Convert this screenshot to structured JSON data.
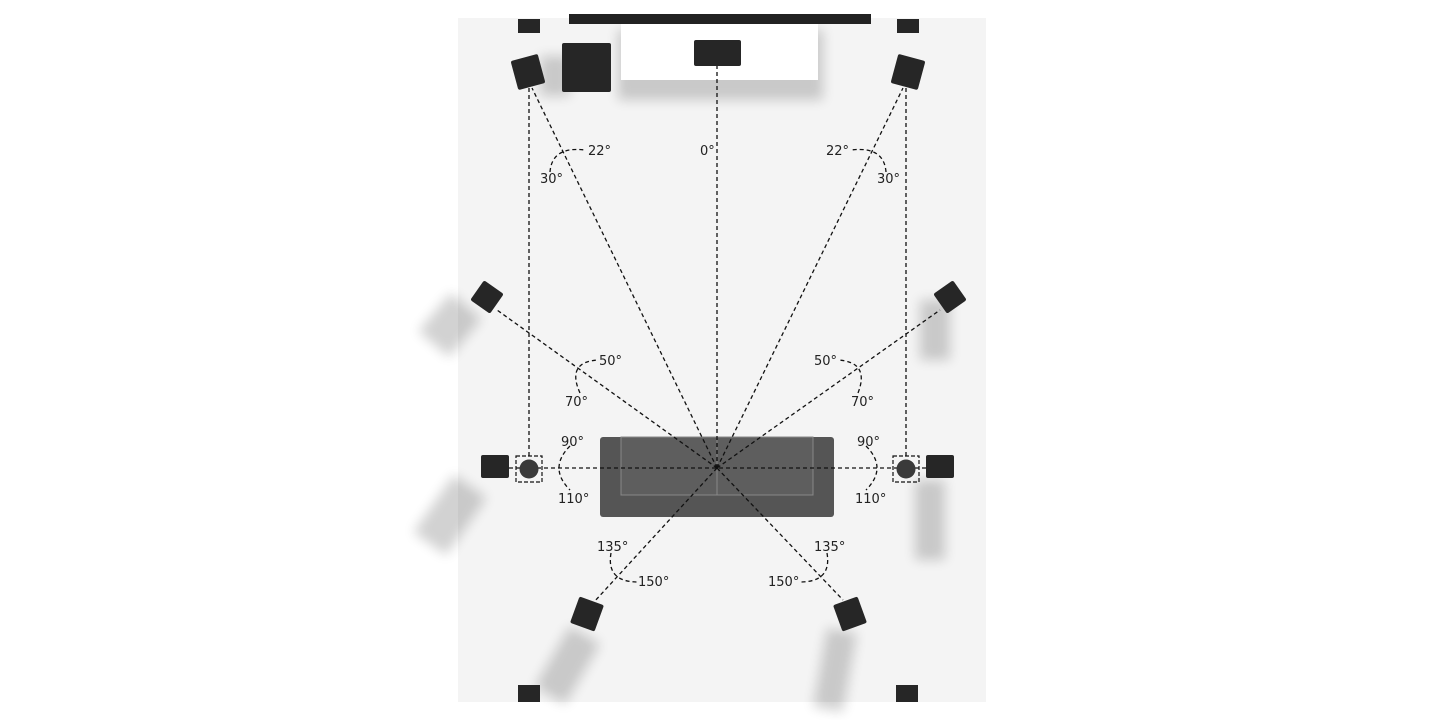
{
  "diagram": {
    "title": "Surround speaker placement",
    "colors": {
      "floor": "#f4f4f4",
      "speaker": "#262626",
      "sofa": "#555555",
      "line": "#111111"
    },
    "angle_labels": {
      "center": "0°",
      "front_left_inner": "22°",
      "front_left_outer": "30°",
      "front_right_inner": "22°",
      "front_right_outer": "30°",
      "wide_left_inner": "50°",
      "wide_left_outer": "70°",
      "wide_right_inner": "50°",
      "wide_right_outer": "70°",
      "side_left_top": "90°",
      "side_left_bottom": "110°",
      "side_right_top": "90°",
      "side_right_bottom": "110°",
      "rear_left_inner": "135°",
      "rear_left_outer": "150°",
      "rear_right_inner": "135°",
      "rear_right_outer": "150°"
    }
  }
}
